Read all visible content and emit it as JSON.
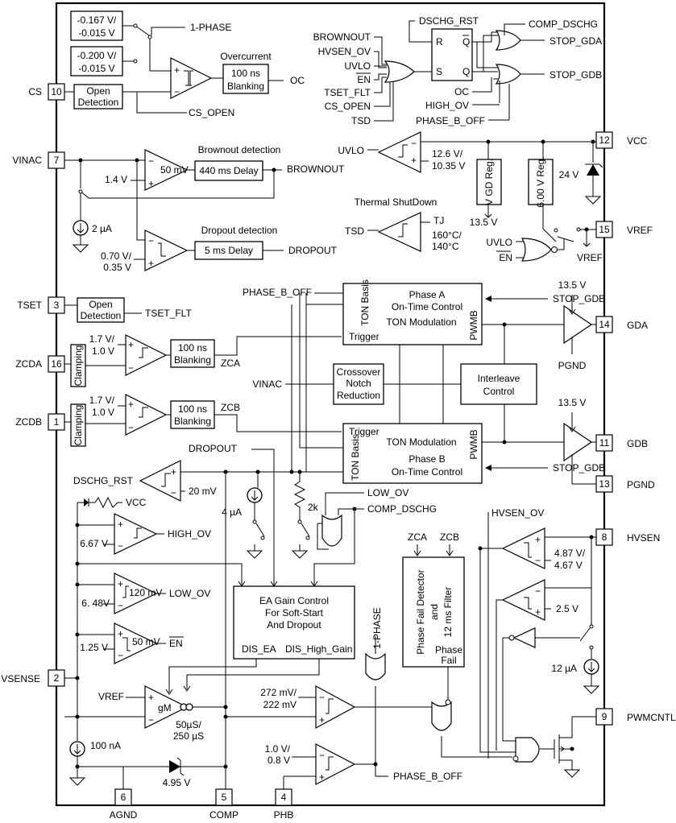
{
  "pins": {
    "cs": {
      "num": "10",
      "name": "CS"
    },
    "vinac": {
      "num": "7",
      "name": "VINAC"
    },
    "tset": {
      "num": "3",
      "name": "TSET"
    },
    "zcda": {
      "num": "16",
      "name": "ZCDA"
    },
    "zcdb": {
      "num": "1",
      "name": "ZCDB"
    },
    "vsense": {
      "num": "2",
      "name": "VSENSE"
    },
    "agnd": {
      "num": "6",
      "name": "AGND"
    },
    "comp": {
      "num": "5",
      "name": "COMP"
    },
    "phb": {
      "num": "4",
      "name": "PHB"
    },
    "vcc": {
      "num": "12",
      "name": "VCC"
    },
    "vref": {
      "num": "15",
      "name": "VREF"
    },
    "gda": {
      "num": "14",
      "name": "GDA"
    },
    "gdb": {
      "num": "11",
      "name": "GDB"
    },
    "pgnd": {
      "num": "13",
      "name": "PGND"
    },
    "hvsen": {
      "num": "8",
      "name": "HVSEN"
    },
    "pwmcntl": {
      "num": "9",
      "name": "PWMCNTL"
    }
  },
  "overcurrent": {
    "thresh1_a": "-0.167 V/",
    "thresh1_b": "-0.015 V",
    "thresh2_a": "-0.200 V/",
    "thresh2_b": "-0.015 V",
    "one_phase": "1-PHASE",
    "title": "Overcurrent",
    "blank_a": "100 ns",
    "blank_b": "Blanking",
    "out": "OC",
    "open_a": "Open",
    "open_b": "Detection",
    "cs_open": "CS_OPEN"
  },
  "latch": {
    "dschg_rst": "DSCHG_RST",
    "brownout": "BROWNOUT",
    "hvsen_ov": "HVSEN_OV",
    "uvlo": "UVLO",
    "en": "EN",
    "tset_flt": "TSET_FLT",
    "cs_open": "CS_OPEN",
    "tsd": "TSD",
    "r": "R",
    "s": "S",
    "q": "Q",
    "qbar": "Q",
    "comp_dschg": "COMP_DSCHG",
    "stop_gda": "STOP_GDA",
    "stop_gdb": "STOP_GDB",
    "oc": "OC",
    "high_ov": "HIGH_OV",
    "phase_b_off": "PHASE_B_OFF"
  },
  "brownout": {
    "title": "Brownout detection",
    "hyst": "50 mV",
    "vth": "1.4 V",
    "delay": "440 ms Delay",
    "out": "BROWNOUT",
    "current": "2 µA"
  },
  "dropout": {
    "title": "Dropout detection",
    "vth_a": "0.70 V/",
    "vth_b": "0.35 V",
    "delay": "5 ms Delay",
    "out": "DROPOUT"
  },
  "supply": {
    "uvlo": "UVLO",
    "thr_a": "12.6 V/",
    "thr_b": "10.35 V",
    "vgd_reg": "V GD Reg.",
    "reg6": "6.00 V Reg.",
    "zener": "24 V",
    "v135": "13.5 V",
    "tsd_title": "Thermal ShutDown",
    "tsd": "TSD",
    "tj": "TJ",
    "tsd_a": "160°C/",
    "tsd_b": "140°C",
    "uvlo2": "UVLO",
    "en2": "EN",
    "vref_lbl": "VREF"
  },
  "phase_a": {
    "phase_b_off": "PHASE_B_OFF",
    "title_a": "Phase A",
    "title_b": "On-Time Control",
    "ton_basis": "TON Basis",
    "ton_mod": "TON Modulation",
    "trigger": "Trigger",
    "pwmb": "PWMB",
    "stop": "STOP_GDB"
  },
  "phase_b": {
    "title_a": "Phase B",
    "title_b": "On-Time Control",
    "ton_basis": "TON Basis",
    "ton_mod": "TON Modulation",
    "trigger": "Trigger",
    "pwmb": "PWMB",
    "stop": "STOP_GDB"
  },
  "zcd": {
    "tset_open_a": "Open",
    "tset_open_b": "Detection",
    "tset_flt": "TSET_FLT",
    "a_vth_a": "1.7 V/",
    "a_vth_b": "1.0 V",
    "b_vth_a": "1.7 V/",
    "b_vth_b": "1.0 V",
    "clamping": "Clamping",
    "blank_a": "100 ns",
    "blank_b": "Blanking",
    "zca": "ZCA",
    "zcb": "ZCB",
    "vinac": "VINAC",
    "notch_a": "Crossover",
    "notch_b": "Notch",
    "notch_c": "Reduction",
    "interleave_a": "Interleave",
    "interleave_b": "Control"
  },
  "drivers": {
    "v135a": "13.5 V",
    "v135b": "13.5 V",
    "pgnd": "PGND"
  },
  "ovp": {
    "dropout": "DROPOUT",
    "dschg_rst": "DSCHG_RST",
    "v20": "20 mV",
    "vcc": "VCC",
    "current4": "4 µA",
    "r2k": "2k",
    "low_ov": "LOW_OV",
    "comp_dschg": "COMP_DSCHG",
    "v667": "6.67 V",
    "high_ov": "HIGH_OV",
    "v648": "6. 48V",
    "hyst120": "120 mV",
    "low_ov2": "LOW_OV",
    "v125": "1.25 V",
    "hyst50": "50 mV",
    "en": "EN"
  },
  "ea": {
    "t1": "EA Gain Control",
    "t2": "For Soft-Start",
    "t3": "And Dropout",
    "dis_ea": "DIS_EA",
    "dis_hg": "DIS_High_Gain",
    "vref": "VREF",
    "gm": "gM",
    "gm_a": "50µS/",
    "gm_b": "250 µS",
    "i100": "100 nA",
    "z495": "4.95 V"
  },
  "phasefail": {
    "zca": "ZCA",
    "zcb": "ZCB",
    "t1": "Phase Fail Detector",
    "t2": "and",
    "t3": "12 ms Filter",
    "out_a": "Phase",
    "out_b": "Fail",
    "one_phase": "1-PHASE",
    "c272_a": "272 mV/",
    "c272_b": "222 mV",
    "c10_a": "1.0 V/",
    "c10_b": "0.8 V",
    "phase_b_off": "PHASE_B_OFF"
  },
  "hvsen": {
    "hvsen_ov": "HVSEN_OV",
    "th_a": "4.87 V/",
    "th_b": "4.67 V",
    "v25": "2.5 V",
    "i12": "12 µA"
  }
}
